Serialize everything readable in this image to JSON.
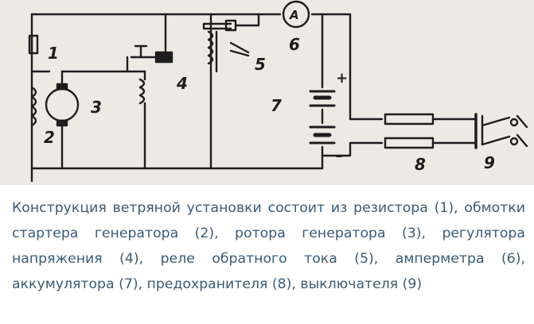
{
  "labels": {
    "resistor": "1",
    "starter_winding": "2",
    "generator_rotor": "3",
    "voltage_regulator": "4",
    "reverse_current_relay": "5",
    "ammeter_number": "6",
    "accumulator": "7",
    "fuses": "8",
    "switch": "9",
    "ammeter_symbol": "A",
    "plus": "+",
    "minus": "–"
  },
  "caption": "Конструкция ветряной установки состоит из резистора (1), обмотки стартера генератора (2), ротора генератора (3), регулятора напряжения (4), реле обратного тока (5), амперметра (6), аккумулятора (7), предохранителя (8), выключателя (9)"
}
